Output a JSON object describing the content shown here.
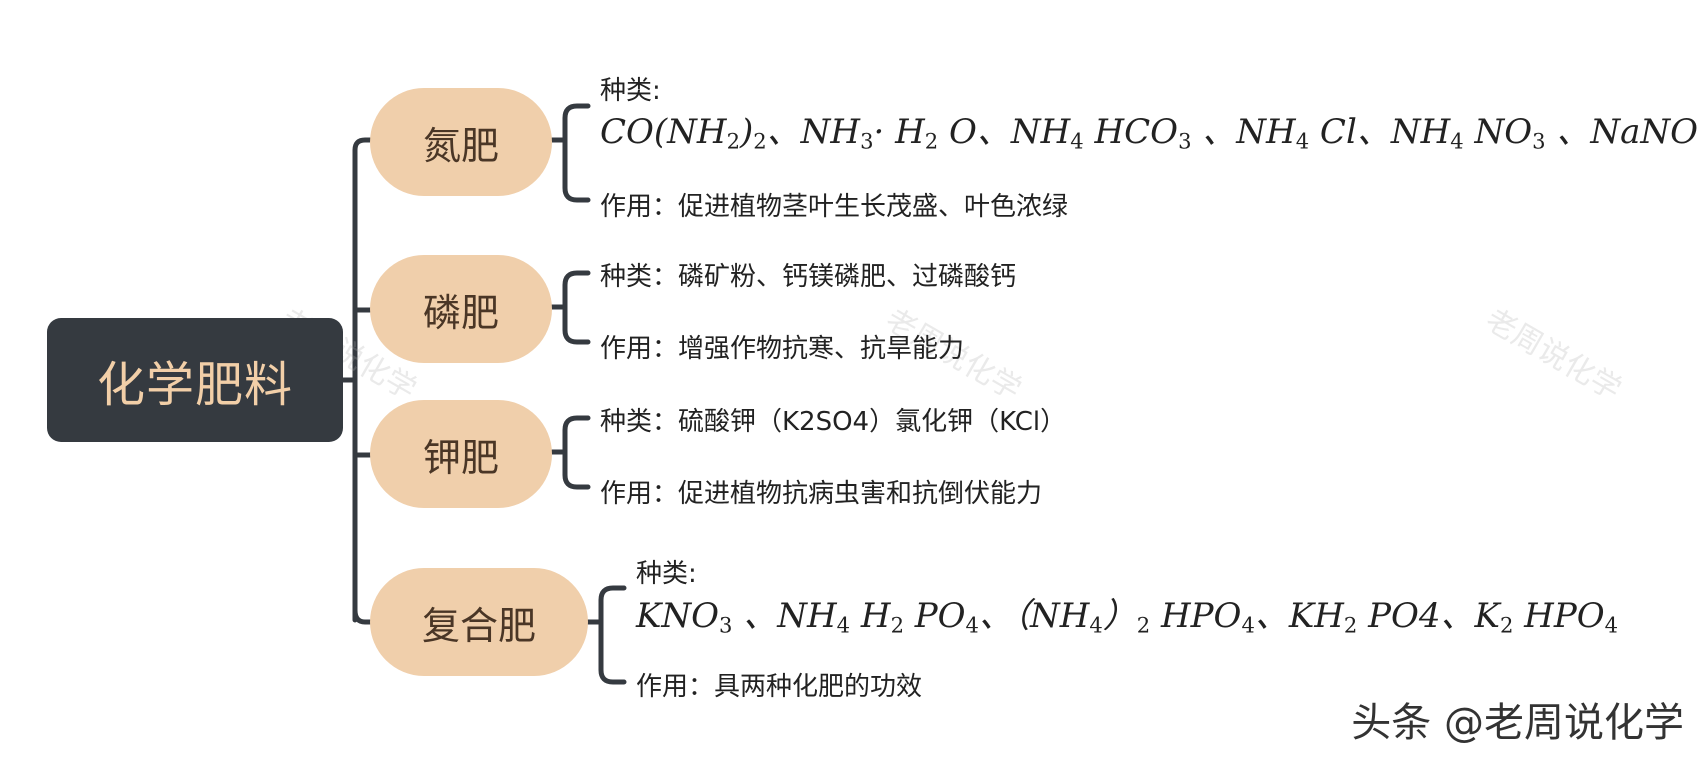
{
  "root": {
    "label": "化学肥料"
  },
  "categories": [
    {
      "label": "氮肥",
      "types_label": "种类:",
      "types_formula_html": "CO(NH<sub>2</sub>)<sub>2</sub>、NH<sub>3</sub>· H<sub>2</sub> O、NH<sub>4</sub> HCO<sub>3</sub> 、NH<sub>4</sub> Cl、NH<sub>4</sub> NO<sub>3</sub> 、NaNO",
      "effect": "作用：促进植物茎叶生长茂盛、叶色浓绿"
    },
    {
      "label": "磷肥",
      "types": "种类：磷矿粉、钙镁磷肥、过磷酸钙",
      "effect": "作用：增强作物抗寒、抗旱能力"
    },
    {
      "label": "钾肥",
      "types": "种类：硫酸钾（K2SO4）氯化钾（KCl）",
      "effect": "作用：促进植物抗病虫害和抗倒伏能力"
    },
    {
      "label": "复合肥",
      "types_label": "种类:",
      "types_formula_html": "KNO<sub>3</sub> 、NH<sub>4</sub> H<sub>2</sub> PO<sub>4</sub>、（NH<sub>4</sub>）<sub>2</sub> HPO<sub>4</sub>、KH<sub>2</sub> PO4、K<sub>2</sub> HPO<sub>4</sub>",
      "effect": "作用：具两种化肥的功效"
    }
  ],
  "watermark": "老周说化学",
  "credit": "头条 @老周说化学",
  "colors": {
    "root_bg": "#353a40",
    "root_text": "#f2cfa8",
    "category_bg": "#f0cfab",
    "connector": "#353a40"
  }
}
